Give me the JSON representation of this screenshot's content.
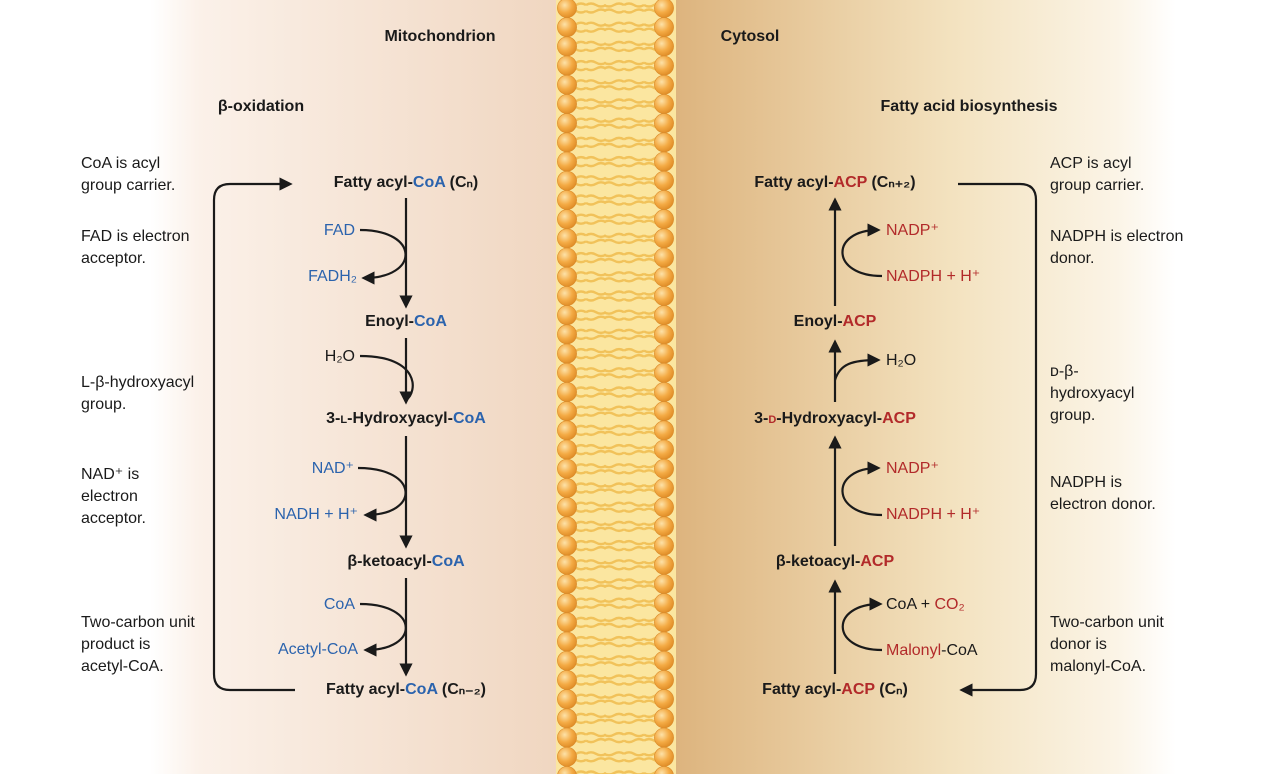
{
  "colors": {
    "coa_blue": "#2b63ad",
    "acp_red": "#b22a2a",
    "mito_bg": "#f2dac6",
    "cytosol_bg": "#e2bd8a",
    "lipid_head": "#f2a33c",
    "lipid_tail": "#f6cc5e"
  },
  "headers": {
    "mitochondrion": "Mitochondrion",
    "cytosol": "Cytosol",
    "beta_oxidation": "β-oxidation",
    "biosynthesis": "Fatty acid biosynthesis"
  },
  "left_notes": [
    "CoA is acyl\ngroup carrier.",
    "FAD is electron\nacceptor.",
    "L-β-hydroxyacyl\ngroup.",
    "NAD⁺ is\nelectron\nacceptor.",
    "Two-carbon unit\nproduct is\nacetyl-CoA."
  ],
  "right_notes": [
    "ACP is acyl\ngroup carrier.",
    "NADPH is electron\ndonor.",
    "ᴅ-β-\nhydroxyacyl\ngroup.",
    "NADPH is\nelectron donor.",
    "Two-carbon unit\ndonor is\nmalonyl-CoA."
  ],
  "beta_oxidation": {
    "start": {
      "prefix": "Fatty acyl-",
      "carrier": "CoA",
      "suffix": " (Cₙ)"
    },
    "enoyl": {
      "prefix": "Enoyl-",
      "carrier": "CoA"
    },
    "hydroxyacyl": {
      "prefix": "3-",
      "stereo": "L",
      "mid": "-Hydroxyacyl-",
      "carrier": "CoA"
    },
    "ketoacyl": {
      "prefix": "β-ketoacyl-",
      "carrier": "CoA"
    },
    "end": {
      "prefix": "Fatty acyl-",
      "carrier": "CoA",
      "suffix": " (Cₙ₋₂)"
    },
    "fad": "FAD",
    "fadh2": "FADH₂",
    "h2o": "H₂O",
    "nad": "NAD⁺",
    "nadh": "NADH + H⁺",
    "coa": "CoA",
    "acetyl_coa": "Acetyl-CoA"
  },
  "biosynthesis": {
    "top": {
      "prefix": "Fatty acyl-",
      "carrier": "ACP",
      "suffix": " (Cₙ₊₂)"
    },
    "enoyl": {
      "prefix": "Enoyl-",
      "carrier": "ACP"
    },
    "hydroxyacyl": {
      "prefix": "3-",
      "stereo": "D",
      "mid": "-Hydroxyacyl-",
      "carrier": "ACP"
    },
    "ketoacyl": {
      "prefix": "β-ketoacyl-",
      "carrier": "ACP"
    },
    "bottom": {
      "prefix": "Fatty acyl-",
      "carrier": "ACP",
      "suffix": " (Cₙ)"
    },
    "nadp_1": "NADP⁺",
    "nadph_1": "NADPH + H⁺",
    "h2o": "H₂O",
    "nadp_2": "NADP⁺",
    "nadph_2": "NADPH + H⁺",
    "coa_co2": {
      "coa": "CoA + ",
      "co2": "CO₂"
    },
    "malonyl": {
      "malonyl": "Malonyl",
      "coa": "-CoA"
    }
  }
}
